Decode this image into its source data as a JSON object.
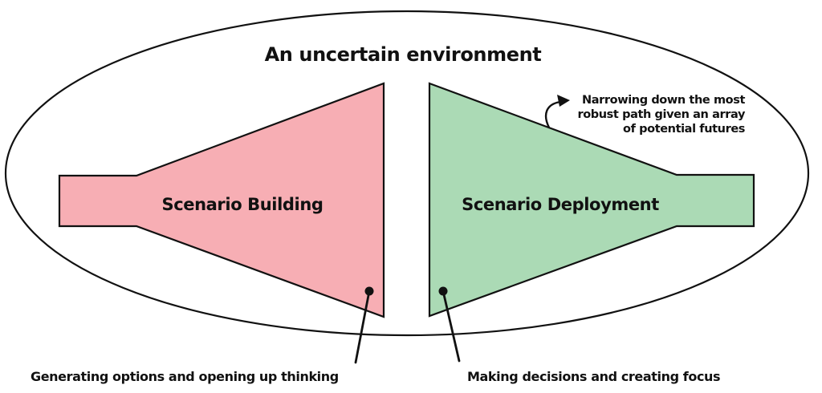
{
  "diagram": {
    "environment_label": "An uncertain environment",
    "building": {
      "label": "Scenario Building",
      "fill": "#f7aeb4"
    },
    "deployment": {
      "label": "Scenario Deployment",
      "fill": "#abdab5"
    },
    "annotation": {
      "line1": "Narrowing down the most",
      "line2": "robust path given an array",
      "line3": "of potential futures"
    },
    "caption_building": "Generating options and opening up thinking",
    "caption_deployment": "Making decisions and creating focus",
    "colors": {
      "pink": "#f7aeb4",
      "green": "#abdab5",
      "ink": "#111111",
      "background": "#ffffff"
    }
  }
}
